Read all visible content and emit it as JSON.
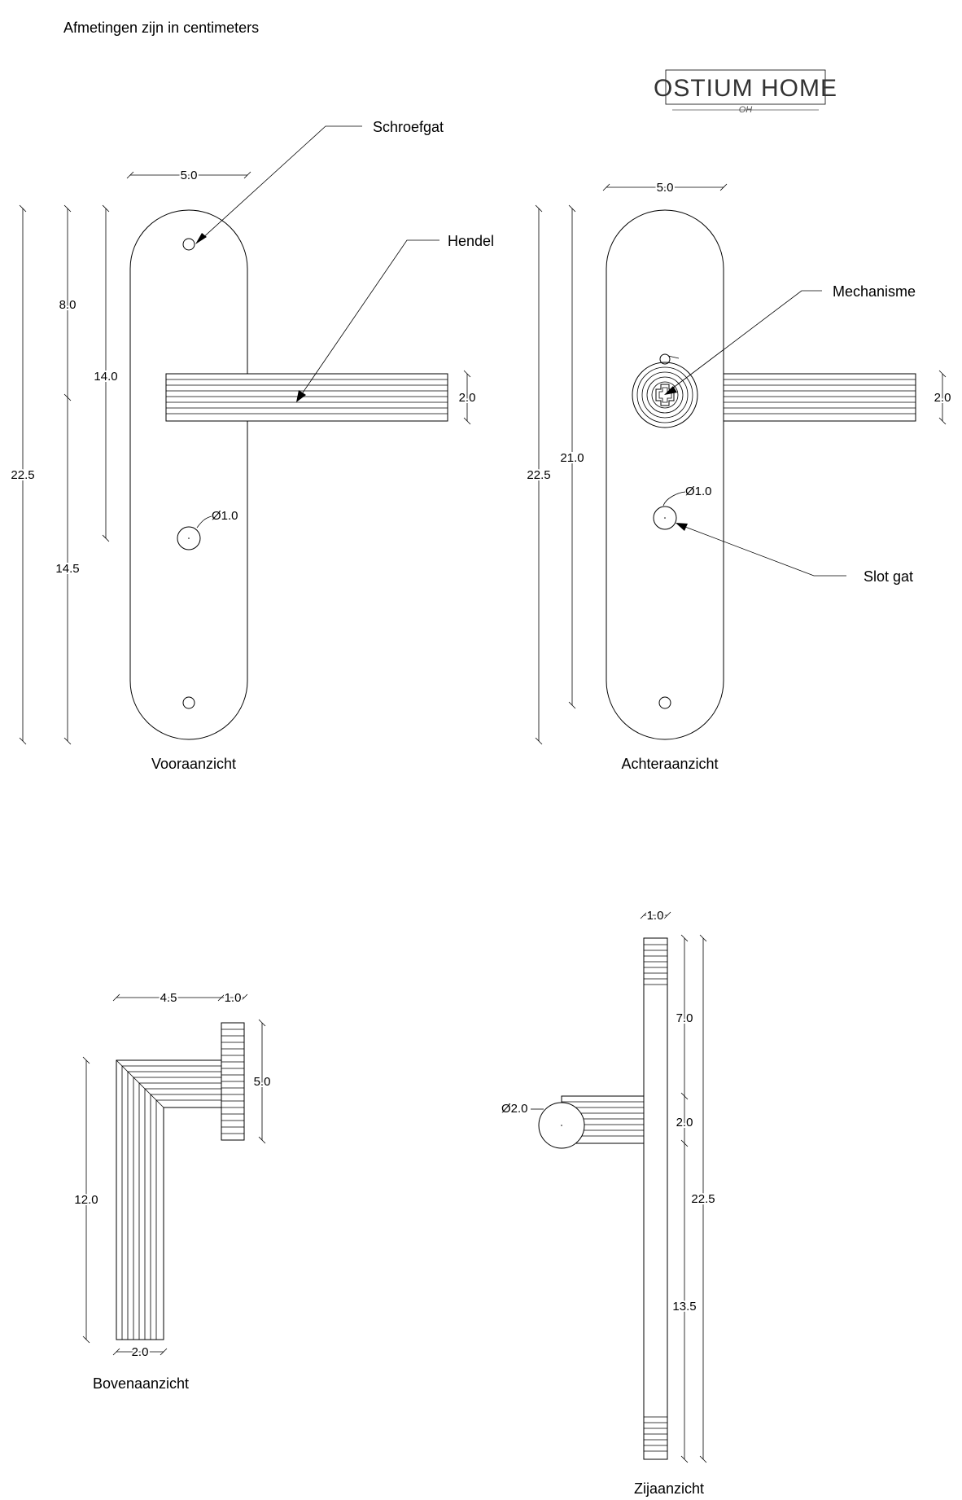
{
  "header": {
    "note": "Afmetingen zijn in centimeters"
  },
  "logo": {
    "text": "OSTIUM HOME",
    "monogram": "OH"
  },
  "views": {
    "front": {
      "title": "Vooraanzicht",
      "labels": {
        "screw_hole": "Schroefgat",
        "handle": "Hendel"
      },
      "dims": {
        "width": "5.0",
        "height": "22.5",
        "upper": "8.0",
        "lower": "14.5",
        "to_hole": "14.0",
        "handle_h": "2.0",
        "hole_d": "Ø1.0"
      }
    },
    "back": {
      "title": "Achteraanzicht",
      "labels": {
        "mechanism": "Mechanisme",
        "lock_hole": "Slot gat"
      },
      "dims": {
        "width": "5.0",
        "height": "22.5",
        "inner": "21.0",
        "handle_h": "2.0",
        "hole_d": "Ø1.0"
      }
    },
    "top": {
      "title": "Bovenaanzicht",
      "dims": {
        "depth": "4.5",
        "plate": "1.0",
        "plate_w": "5.0",
        "length": "12.0",
        "bottom": "2.0"
      }
    },
    "side": {
      "title": "Zijaanzicht",
      "dims": {
        "thickness": "1.0",
        "top": "7.0",
        "mid": "2.0",
        "total": "22.5",
        "bottom": "13.5",
        "knob_d": "Ø2.0"
      }
    }
  }
}
